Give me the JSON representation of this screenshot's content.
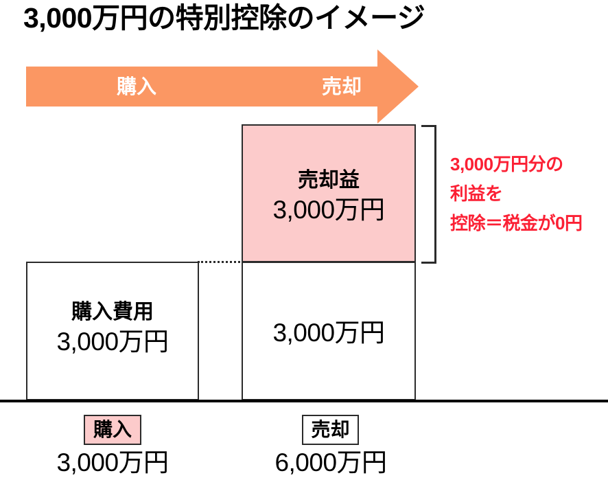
{
  "title": "3,000万円の特別控除のイメージ",
  "timeline_arrow": {
    "icon": "right-arrow-icon",
    "color": "#fb9763",
    "start_label": "購入",
    "end_label": "売却"
  },
  "chart_data": {
    "type": "bar",
    "title": "3,000万円の特別控除のイメージ",
    "categories": [
      "購入",
      "売却"
    ],
    "unit": "万円",
    "series": [
      {
        "name": "購入費用",
        "values": [
          3000,
          3000
        ],
        "color": "#ffffff",
        "label": "購入費用"
      },
      {
        "name": "売却益",
        "values": [
          0,
          3000
        ],
        "color": "#fccbcb",
        "label": "売却益"
      }
    ],
    "bars": [
      {
        "category": "購入",
        "total": 3000,
        "total_text": "3,000万円",
        "segments": [
          {
            "name": "購入費用",
            "value": 3000,
            "value_text": "3,000万円",
            "color": "#ffffff"
          }
        ]
      },
      {
        "category": "売却",
        "total": 6000,
        "total_text": "6,000万円",
        "segments": [
          {
            "name": "売却益",
            "value": 3000,
            "value_text": "3,000万円",
            "color": "#fccbcb"
          },
          {
            "name": "購入費用",
            "value": 3000,
            "value_text": "3,000万円",
            "color": "#ffffff"
          }
        ]
      }
    ],
    "annotation": {
      "text_lines": [
        "3,000万円分の",
        "利益を",
        "控除＝税金が0円"
      ],
      "color": "#fb2034",
      "bracket_target": "売却益"
    },
    "grid": false,
    "legend": false
  },
  "bars": {
    "left": {
      "segment_label": "購入費用",
      "segment_value": "3,000万円"
    },
    "right": {
      "profit_label": "売却益",
      "profit_value": "3,000万円",
      "base_value": "3,000万円"
    }
  },
  "annotation": {
    "line1": "3,000万円分の",
    "line2": "利益を",
    "line3": "控除＝税金が0円",
    "color": "#fb2034"
  },
  "axis": {
    "buy": {
      "tag": "購入",
      "amount": "3,000万円"
    },
    "sell": {
      "tag": "売却",
      "amount": "6,000万円"
    }
  }
}
